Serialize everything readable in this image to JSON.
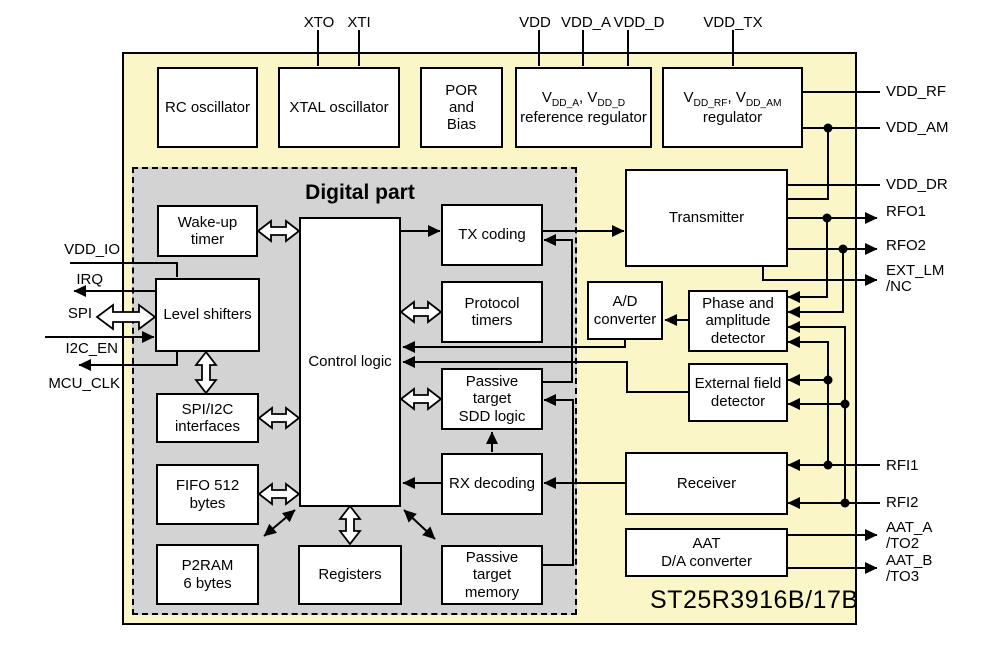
{
  "title": "ST25R3916B/17B",
  "digital_part_label": "Digital part",
  "colors": {
    "chip_fill": "#FAF6C8",
    "digital_fill": "#D3D3D3",
    "box_fill": "#FFFFFF",
    "wire": "#000000",
    "text": "#000000"
  },
  "pins": {
    "top": [
      "XTO",
      "XTI",
      "VDD",
      "VDD_A",
      "VDD_D",
      "VDD_TX"
    ],
    "left": [
      "VDD_IO",
      "IRQ",
      "SPI",
      "I2C_EN",
      "MCU_CLK"
    ],
    "right": [
      "VDD_RF",
      "VDD_AM",
      "VDD_DR",
      "RFO1",
      "RFO2",
      "EXT_LM\n/NC",
      "RFI1",
      "RFI2",
      "AAT_A\n/TO2",
      "AAT_B\n/TO3"
    ]
  },
  "blocks": {
    "rc": "RC oscillator",
    "xtal": "XTAL oscillator",
    "por": "POR\nand\nBias",
    "ref_reg": {
      "p1": "V",
      "s1": "DD_A",
      "p2": ", V",
      "s2": "DD_D",
      "line2": "reference regulator"
    },
    "reg": {
      "p1": "V",
      "s1": "DD_RF",
      "p2": ", V",
      "s2": "DD_AM",
      "line2": "regulator"
    },
    "wakeup": "Wake-up\ntimer",
    "level": "Level shifters",
    "spii2c": "SPI/I2C\ninterfaces",
    "fifo": "FIFO 512\nbytes",
    "p2ram": "P2RAM\n6 bytes",
    "control": "Control logic",
    "registers": "Registers",
    "tx": "TX coding",
    "prot": "Protocol\ntimers",
    "sdd": "Passive\ntarget\nSDD logic",
    "rx": "RX decoding",
    "mem": "Passive\ntarget\nmemory",
    "ad": "A/D\nconverter",
    "transmitter": "Transmitter",
    "phase": "Phase and\namplitude\ndetector",
    "ef": "External field\ndetector",
    "receiver": "Receiver",
    "aat": "AAT\nD/A converter"
  }
}
